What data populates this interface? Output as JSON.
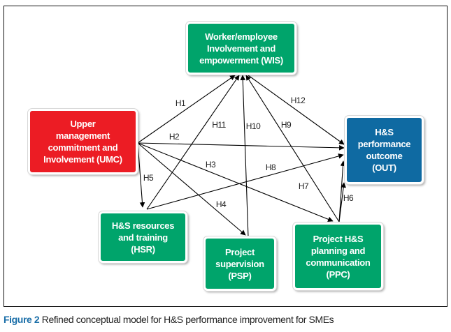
{
  "colors": {
    "green": "#00a46b",
    "red": "#ec1c24",
    "blue": "#0f6aa2",
    "caption_accent": "#1a6ea8"
  },
  "nodes": {
    "wis": {
      "label": "Worker/employee\nInvolvement and\nempowerment (WIS)"
    },
    "umc": {
      "label": "Upper\nmanagement\ncommitment and\nInvolvement (UMC)"
    },
    "out": {
      "label": "H&S\nperformance\noutcome\n(OUT)"
    },
    "hsr": {
      "label": "H&S resources\nand training\n(HSR)"
    },
    "psp": {
      "label": "Project\nsupervision\n(PSP)"
    },
    "ppc": {
      "label": "Project H&S\nplanning and\ncommunication\n(PPC)"
    }
  },
  "hypotheses": {
    "h1": "H1",
    "h2": "H2",
    "h3": "H3",
    "h4": "H4",
    "h5": "H5",
    "h6": "H6",
    "h7": "H7",
    "h8": "H8",
    "h9": "H9",
    "h10": "H10",
    "h11": "H11",
    "h12": "H12"
  },
  "caption": {
    "figure": "Figure 2",
    "text": " Refined conceptual model for H&S performance improvement for SMEs"
  }
}
